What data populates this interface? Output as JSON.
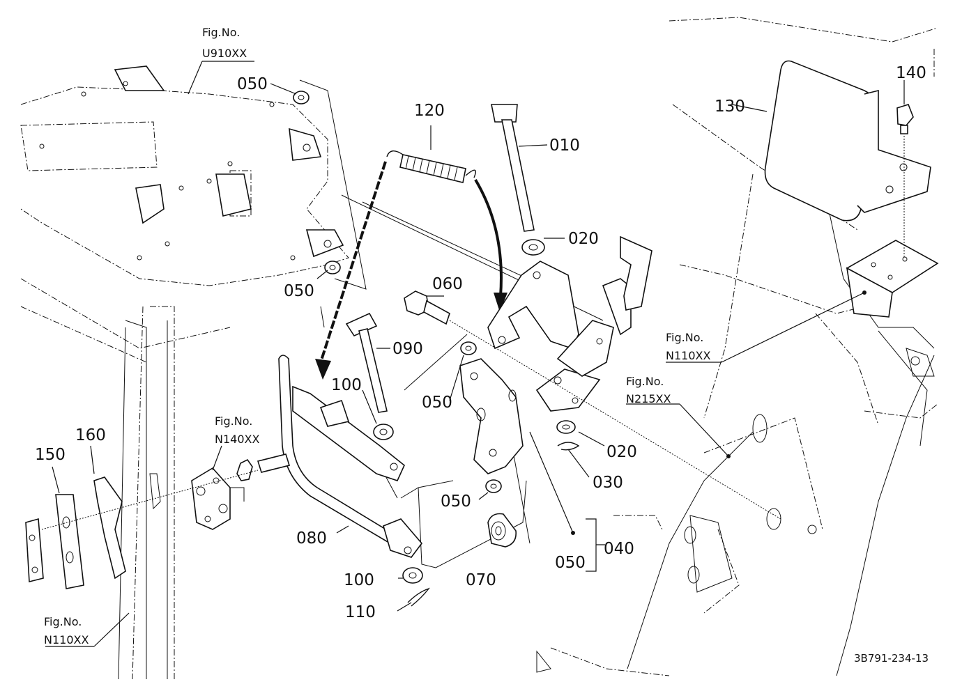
{
  "parts": {
    "p010": "010",
    "p020a": "020",
    "p020b": "020",
    "p030": "030",
    "p040": "040",
    "p050a": "050",
    "p050b": "050",
    "p050c": "050",
    "p050d": "050",
    "p050e": "050",
    "p060": "060",
    "p070": "070",
    "p080": "080",
    "p090": "090",
    "p100a": "100",
    "p100b": "100",
    "p110": "110",
    "p120": "120",
    "p130": "130",
    "p140": "140",
    "p150": "150",
    "p160": "160"
  },
  "refs": {
    "fig_label": "Fig.No.",
    "u910": "U910XX",
    "n140": "N140XX",
    "n110_left": "N110XX",
    "n110_right": "N110XX",
    "n215": "N215XX"
  },
  "drawing_code": "3B791-234-13"
}
